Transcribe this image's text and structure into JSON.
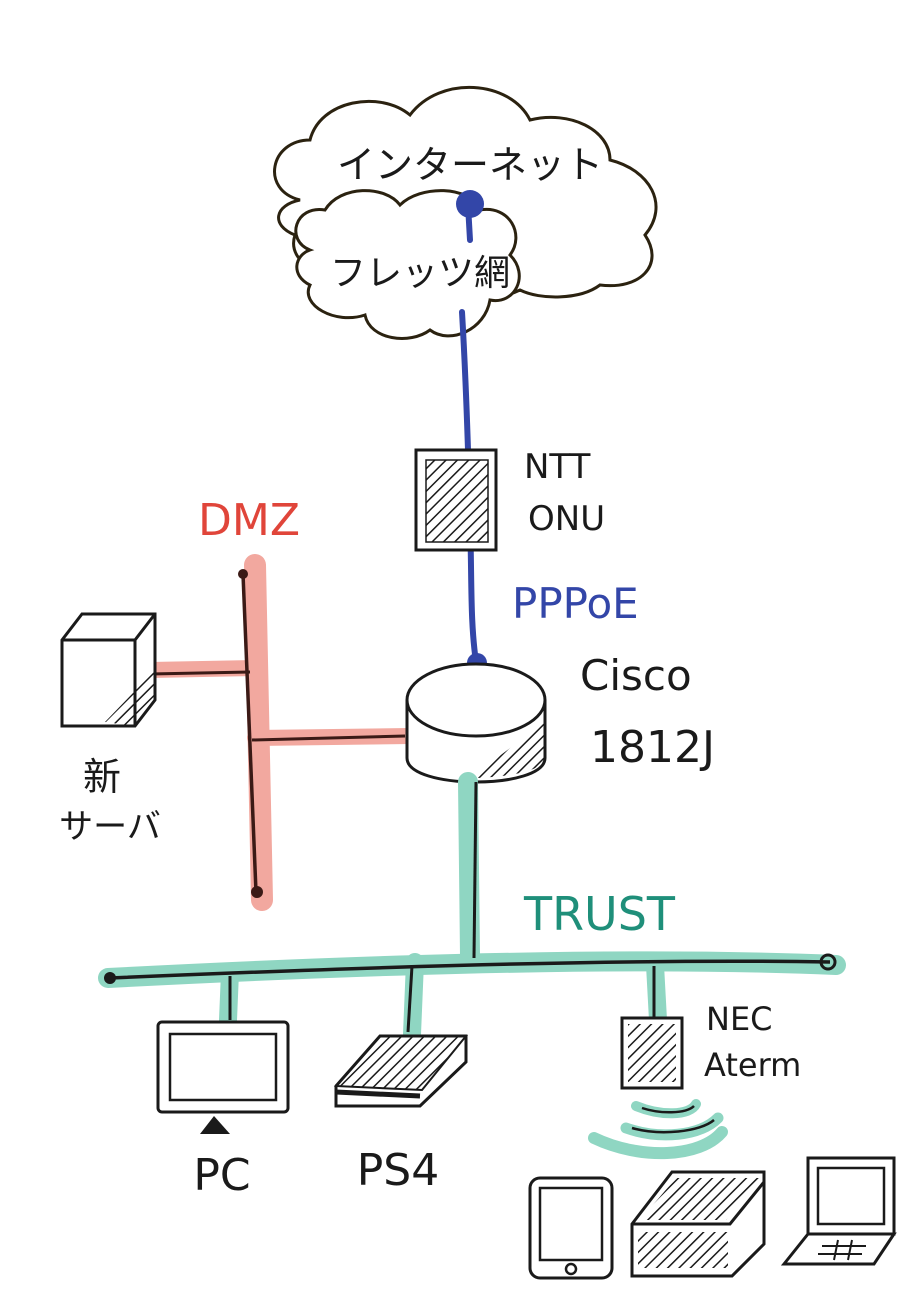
{
  "clouds": {
    "internet": "インターネット",
    "flets": "フレッツ網"
  },
  "devices": {
    "onu": {
      "line1": "NTT",
      "line2": "ONU"
    },
    "router": {
      "line1": "Cisco",
      "line2": "1812J"
    },
    "server": {
      "line1": "新",
      "line2": "サーバ"
    },
    "pc": "PC",
    "ps4": "PS4",
    "aterm": {
      "line1": "NEC",
      "line2": "Aterm"
    }
  },
  "segments": {
    "pppoe": "PPPoE",
    "dmz": "DMZ",
    "trust": "TRUST"
  },
  "colors": {
    "pppoe": "#3346a8",
    "dmz_label": "#e0453a",
    "dmz_highlight": "#f2a89f",
    "trust_label": "#1f8f7a",
    "trust_highlight": "#8fd6c2",
    "ink": "#1a1a1a",
    "cloud_ink": "#2b2210"
  }
}
